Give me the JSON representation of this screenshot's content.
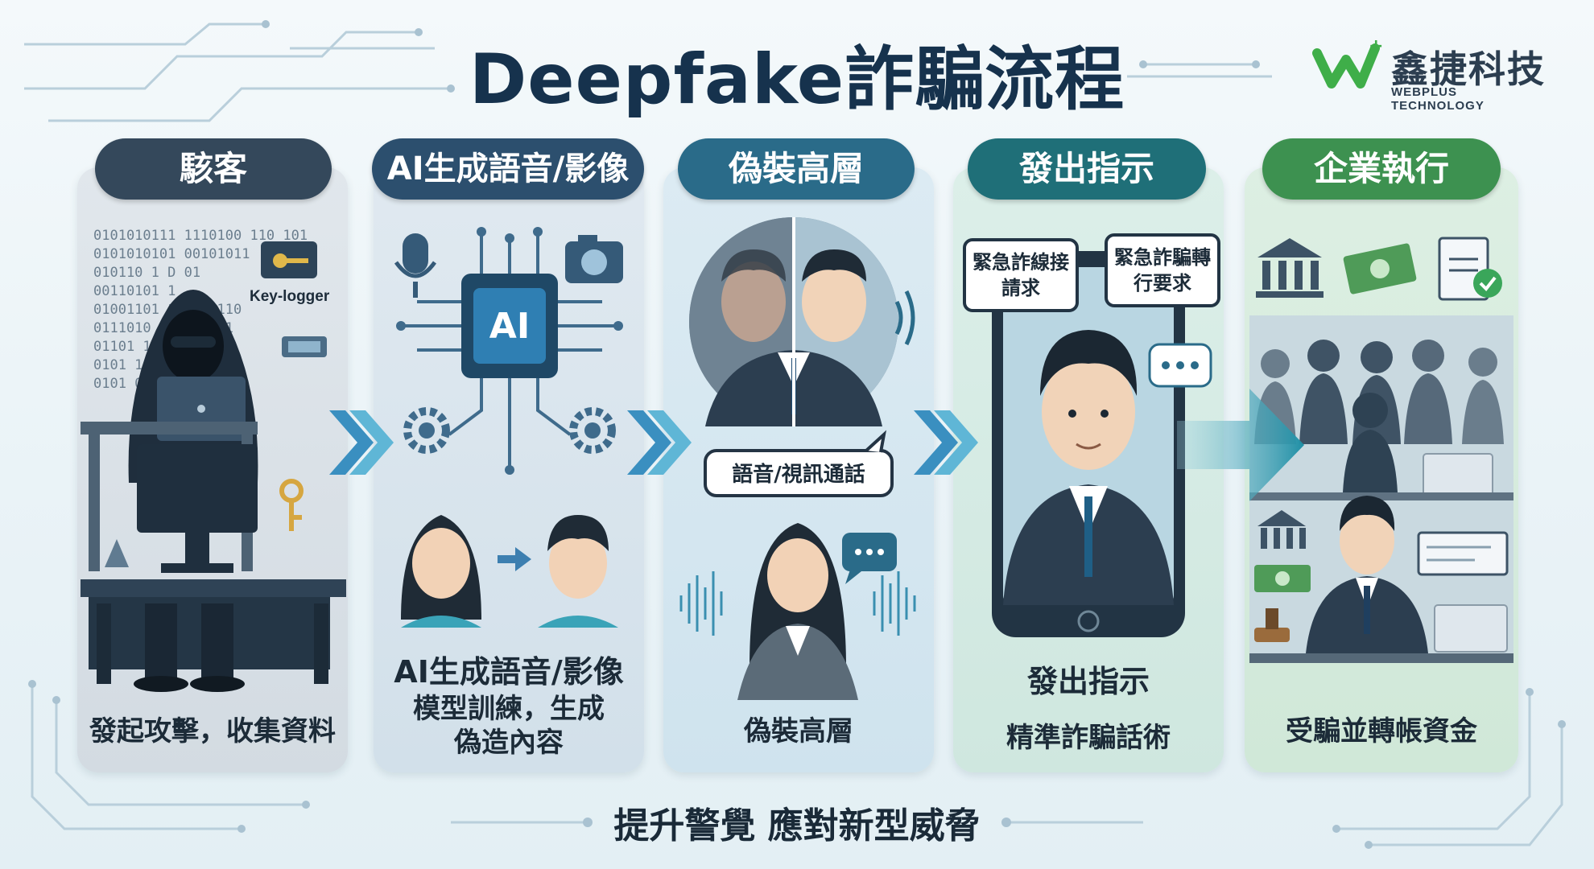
{
  "title": "Deepfake詐騙流程",
  "logo": {
    "name": "鑫捷科技",
    "subtitle": "WEBPLUS TECHNOLOGY",
    "colors": {
      "green": "#3fae49",
      "text": "#2c3e50"
    }
  },
  "steps": [
    {
      "header": "駭客",
      "caption": "發起攻擊，收集資料",
      "labels": {
        "keylogger": "Key-logger",
        "binary": [
          "0101010111 1110100 110 101",
          "0101010101 00101011",
          "010110 1 D 01",
          "00110101 1",
          "01001101 100010110",
          "0111010 100101011",
          "01101 1",
          "0101 1101010",
          "0101 01000"
        ]
      },
      "icons": [
        "hooded-hacker-icon",
        "laptop-icon",
        "monitor-icon",
        "key-icon",
        "folder-key-icon",
        "chip-icon",
        "desk-icon"
      ],
      "color": "#34485b"
    },
    {
      "header": "AI生成語音/影像",
      "caption_line1": "AI生成語音/影像",
      "caption_line2": "模型訓練，生成",
      "caption_line3": "偽造內容",
      "chip_label": "AI",
      "icons": [
        "microphone-icon",
        "camera-icon",
        "ai-chip-icon",
        "gear-icon",
        "woman-face-icon",
        "man-face-icon",
        "arrow-right-icon"
      ],
      "color": "#2c4f6e"
    },
    {
      "header": "偽裝高層",
      "caption": "偽裝高層",
      "call_label": "語音/視訊通話",
      "icons": [
        "split-face-icon",
        "sound-wave-icon",
        "speech-bubble-icon",
        "businesswoman-icon"
      ],
      "color": "#2a6b89"
    },
    {
      "header": "發出指示",
      "caption_line1": "發出指示",
      "caption_line2": "精準詐騙話術",
      "bubble1": "緊急詐線接請求",
      "bubble2": "緊急詐騙轉行要求",
      "icons": [
        "smartphone-icon",
        "executive-icon",
        "chat-dots-icon"
      ],
      "color": "#1f6f78"
    },
    {
      "header": "企業執行",
      "caption": "受騙並轉帳資金",
      "icons": [
        "bank-icon",
        "money-icon",
        "document-check-icon",
        "employees-icon",
        "employee-transfer-icon",
        "laptop-icon",
        "stamp-icon"
      ],
      "color": "#3d9150"
    }
  ],
  "footer": "提升警覺 應對新型威脅"
}
